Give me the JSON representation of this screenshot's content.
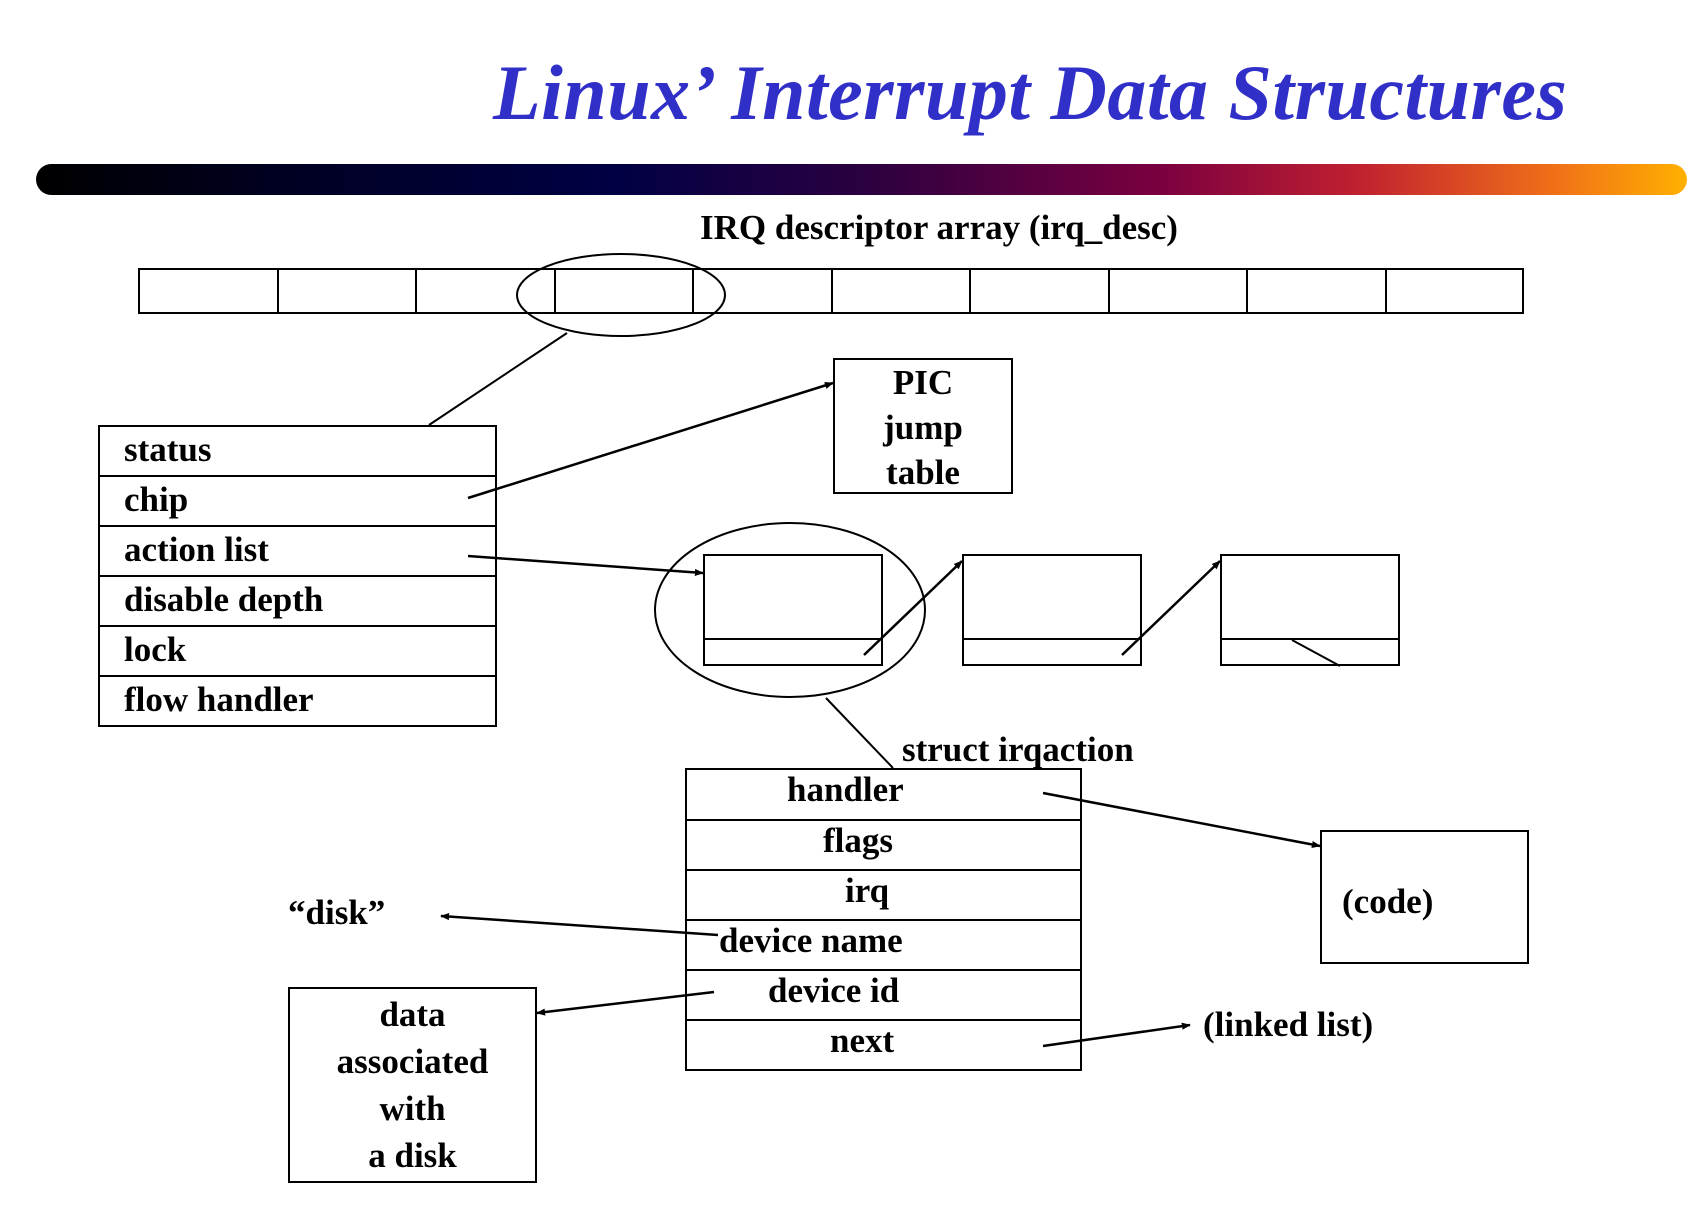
{
  "slide": {
    "title": "Linux’ Interrupt Data Structures"
  },
  "diagram": {
    "array_label": "IRQ descriptor array (irq_desc)",
    "array_cell_count": 10,
    "irq_desc_fields": [
      "status",
      "chip",
      "action list",
      "disable depth",
      "lock",
      "flow handler"
    ],
    "pic_box": [
      "PIC",
      "jump",
      "table"
    ],
    "irqaction_label": "struct irqaction",
    "irqaction_fields": [
      "handler",
      "flags",
      "irq",
      "device name",
      "device id",
      "next"
    ],
    "code_box": "(code)",
    "disk_label": "“disk”",
    "data_box": [
      "data",
      "associated",
      "with",
      "a disk"
    ],
    "linked_list_label": "(linked list)",
    "action_node_count": 3
  }
}
